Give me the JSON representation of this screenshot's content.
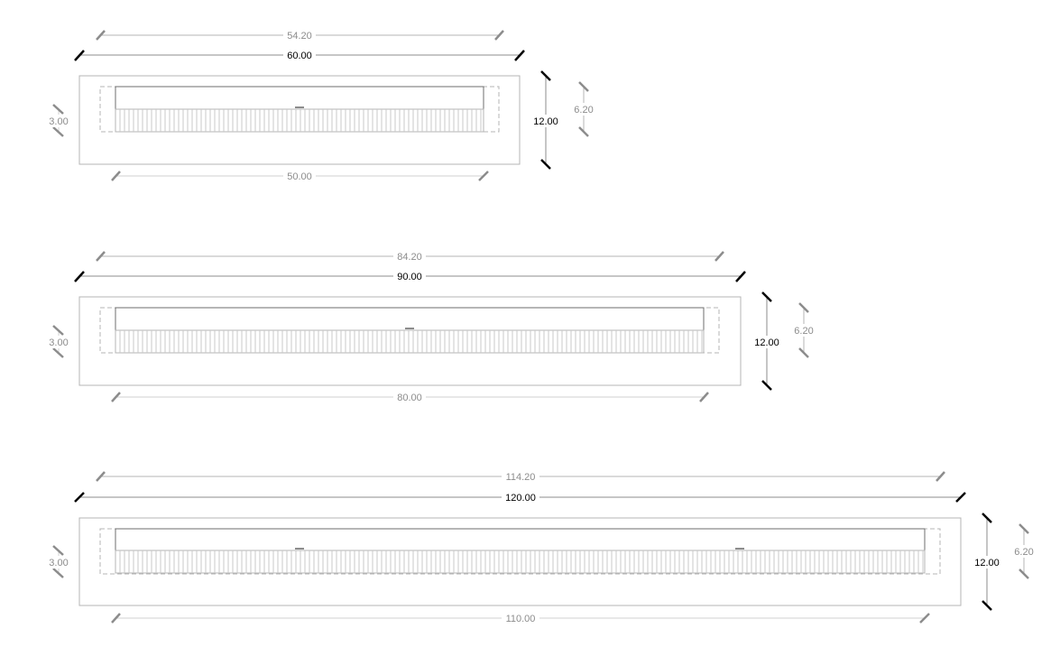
{
  "drawings": [
    {
      "name": "drawing-60",
      "dims": {
        "inner_top": "54.20",
        "outer_top": "60.00",
        "bottom": "50.00",
        "left": "3.00",
        "height": "12.00",
        "height_inner": "6.20"
      },
      "handle_marks": 1
    },
    {
      "name": "drawing-90",
      "dims": {
        "inner_top": "84.20",
        "outer_top": "90.00",
        "bottom": "80.00",
        "left": "3.00",
        "height": "12.00",
        "height_inner": "6.20"
      },
      "handle_marks": 1
    },
    {
      "name": "drawing-120",
      "dims": {
        "inner_top": "114.20",
        "outer_top": "120.00",
        "bottom": "110.00",
        "left": "3.00",
        "height": "12.00",
        "height_inner": "6.20"
      },
      "handle_marks": 2
    }
  ],
  "colors": {
    "dark": "#000000",
    "grey": "#8c8c8c",
    "light": "#b4b4b4",
    "slat": "#c8c8c8"
  }
}
